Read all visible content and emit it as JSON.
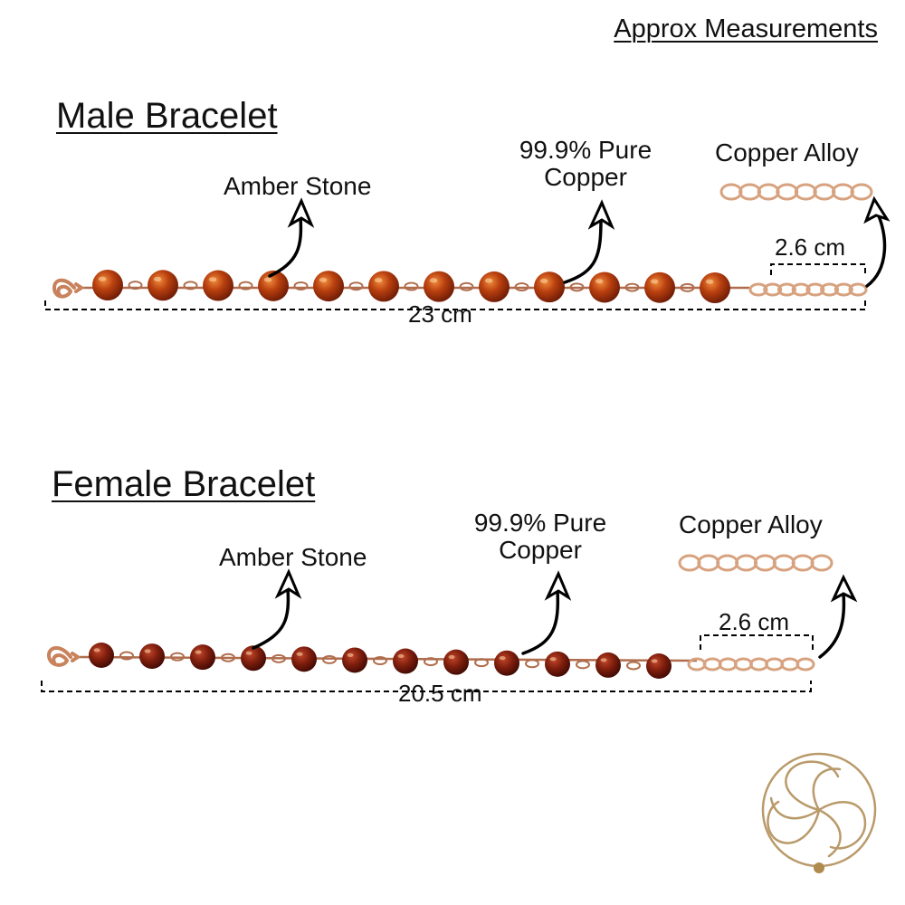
{
  "header": {
    "note": "Approx Measurements"
  },
  "male": {
    "title": "Male Bracelet",
    "stone_label": "Amber Stone",
    "copper_label_line1": "99.9% Pure",
    "copper_label_line2": "Copper",
    "alloy_label": "Copper Alloy",
    "extension_length": "2.6 cm",
    "total_length": "23 cm",
    "bead_count": 12
  },
  "female": {
    "title": "Female Bracelet",
    "stone_label": "Amber Stone",
    "copper_label_line1": "99.9% Pure",
    "copper_label_line2": "Copper",
    "alloy_label": "Copper Alloy",
    "extension_length": "2.6 cm",
    "total_length": "20.5 cm",
    "bead_count": 12
  },
  "colors": {
    "amber_male": "#a8350f",
    "amber_female": "#7d1d0c",
    "copper_wire": "#b06d4d",
    "alloy_chain": "#d7a27f",
    "logo_gold": "#b99a6a"
  },
  "icons": {
    "clasp": "s-hook-clasp-icon",
    "arrow": "curved-arrow-icon",
    "chain": "chain-links-icon",
    "logo": "spiral-triskelion-logo"
  }
}
